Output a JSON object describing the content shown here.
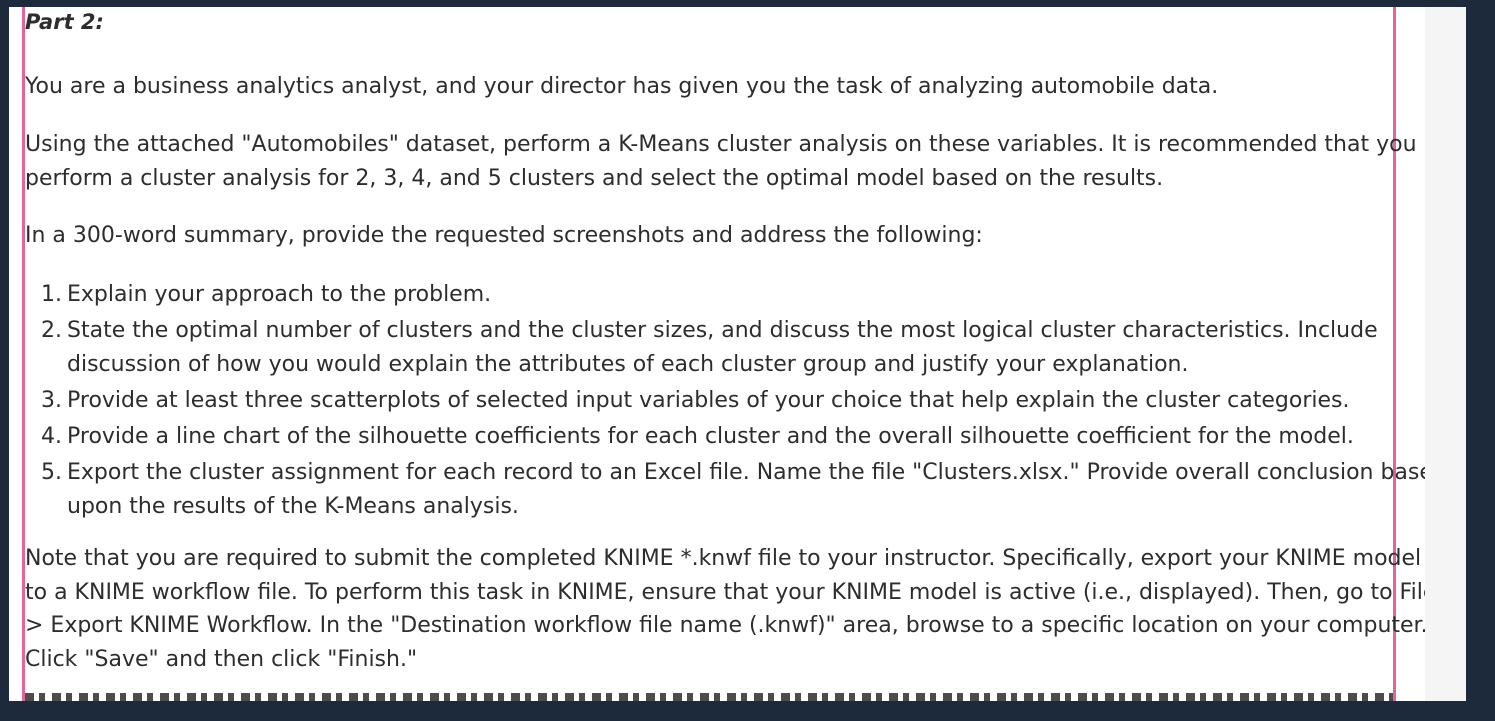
{
  "document": {
    "part_title": "Part 2:",
    "intro": "You are a business analytics analyst, and your director has given you the task of analyzing automobile data.",
    "instructions_line1": "Using the attached \"Automobiles\" dataset, perform a K-Means cluster analysis on these variables. It is recommended that you",
    "instructions_line2": "perform a cluster analysis for 2, 3, 4, and 5 clusters and select the optimal model based on the results.",
    "summary_prompt": "In a 300-word summary, provide the requested screenshots and address the following:",
    "list": [
      {
        "num": "1.",
        "lines": [
          "Explain your approach to the problem."
        ]
      },
      {
        "num": "2.",
        "lines": [
          "State the optimal number of clusters and the cluster sizes, and discuss the most logical cluster characteristics. Include",
          "discussion of how you would explain the attributes of each cluster group and justify your explanation."
        ]
      },
      {
        "num": "3.",
        "lines": [
          "Provide at least three scatterplots of selected input variables of your choice that help explain the cluster categories."
        ]
      },
      {
        "num": "4.",
        "lines": [
          "Provide a line chart of the silhouette coefficients for each cluster and the overall silhouette coefficient for the model."
        ]
      },
      {
        "num": "5.",
        "lines": [
          "Export the cluster assignment for each record to an Excel file. Name the file \"Clusters.xlsx.\" Provide overall conclusion based",
          "upon the results of the K-Means analysis."
        ]
      }
    ],
    "note_lines": [
      "Note that you are required to submit the completed KNIME *.knwf file to your instructor. Specifically, export your KNIME model",
      "to a KNIME workflow file. To perform this task in KNIME, ensure that your KNIME model is active (i.e., displayed). Then, go to File -",
      "> Export KNIME Workflow. In the \"Destination workflow file name (.knwf)\" area, browse to a specific location on your computer.",
      "Click \"Save\" and then click \"Finish.\""
    ]
  }
}
